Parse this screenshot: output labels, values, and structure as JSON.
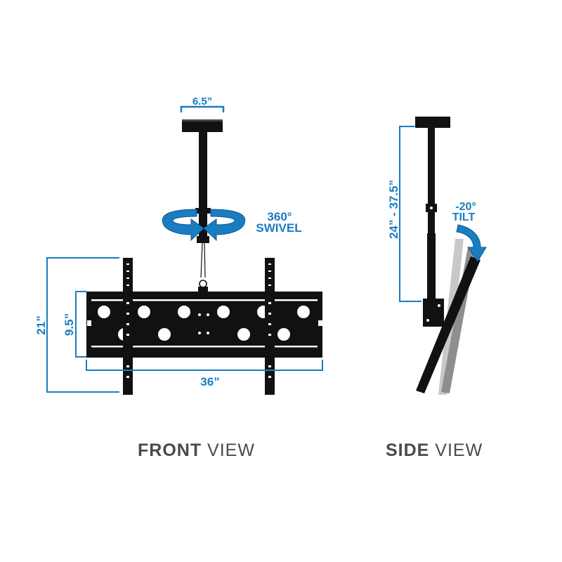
{
  "colors": {
    "accent": "#1a7cc1",
    "mount": "#111111",
    "label_text": "#4a4a4a",
    "ghost_light": "#c8c8c8",
    "ghost_mid": "#8e8e8e"
  },
  "front_view": {
    "label_bold": "FRONT",
    "label_light": " VIEW",
    "dim_top_plate": "6.5”",
    "dim_height": "21”",
    "dim_plate_height": "9.5”",
    "dim_width": "36”",
    "swivel_line1": "360°",
    "swivel_line2": "SWIVEL",
    "swivel_icon": "rotate-arrow-icon"
  },
  "side_view": {
    "label_bold": "SIDE",
    "label_light": " VIEW",
    "dim_pole_height": "24” - 37.5”",
    "tilt_line1": "-20°",
    "tilt_line2": "TILT",
    "tilt_icon": "curved-arrow-icon"
  }
}
